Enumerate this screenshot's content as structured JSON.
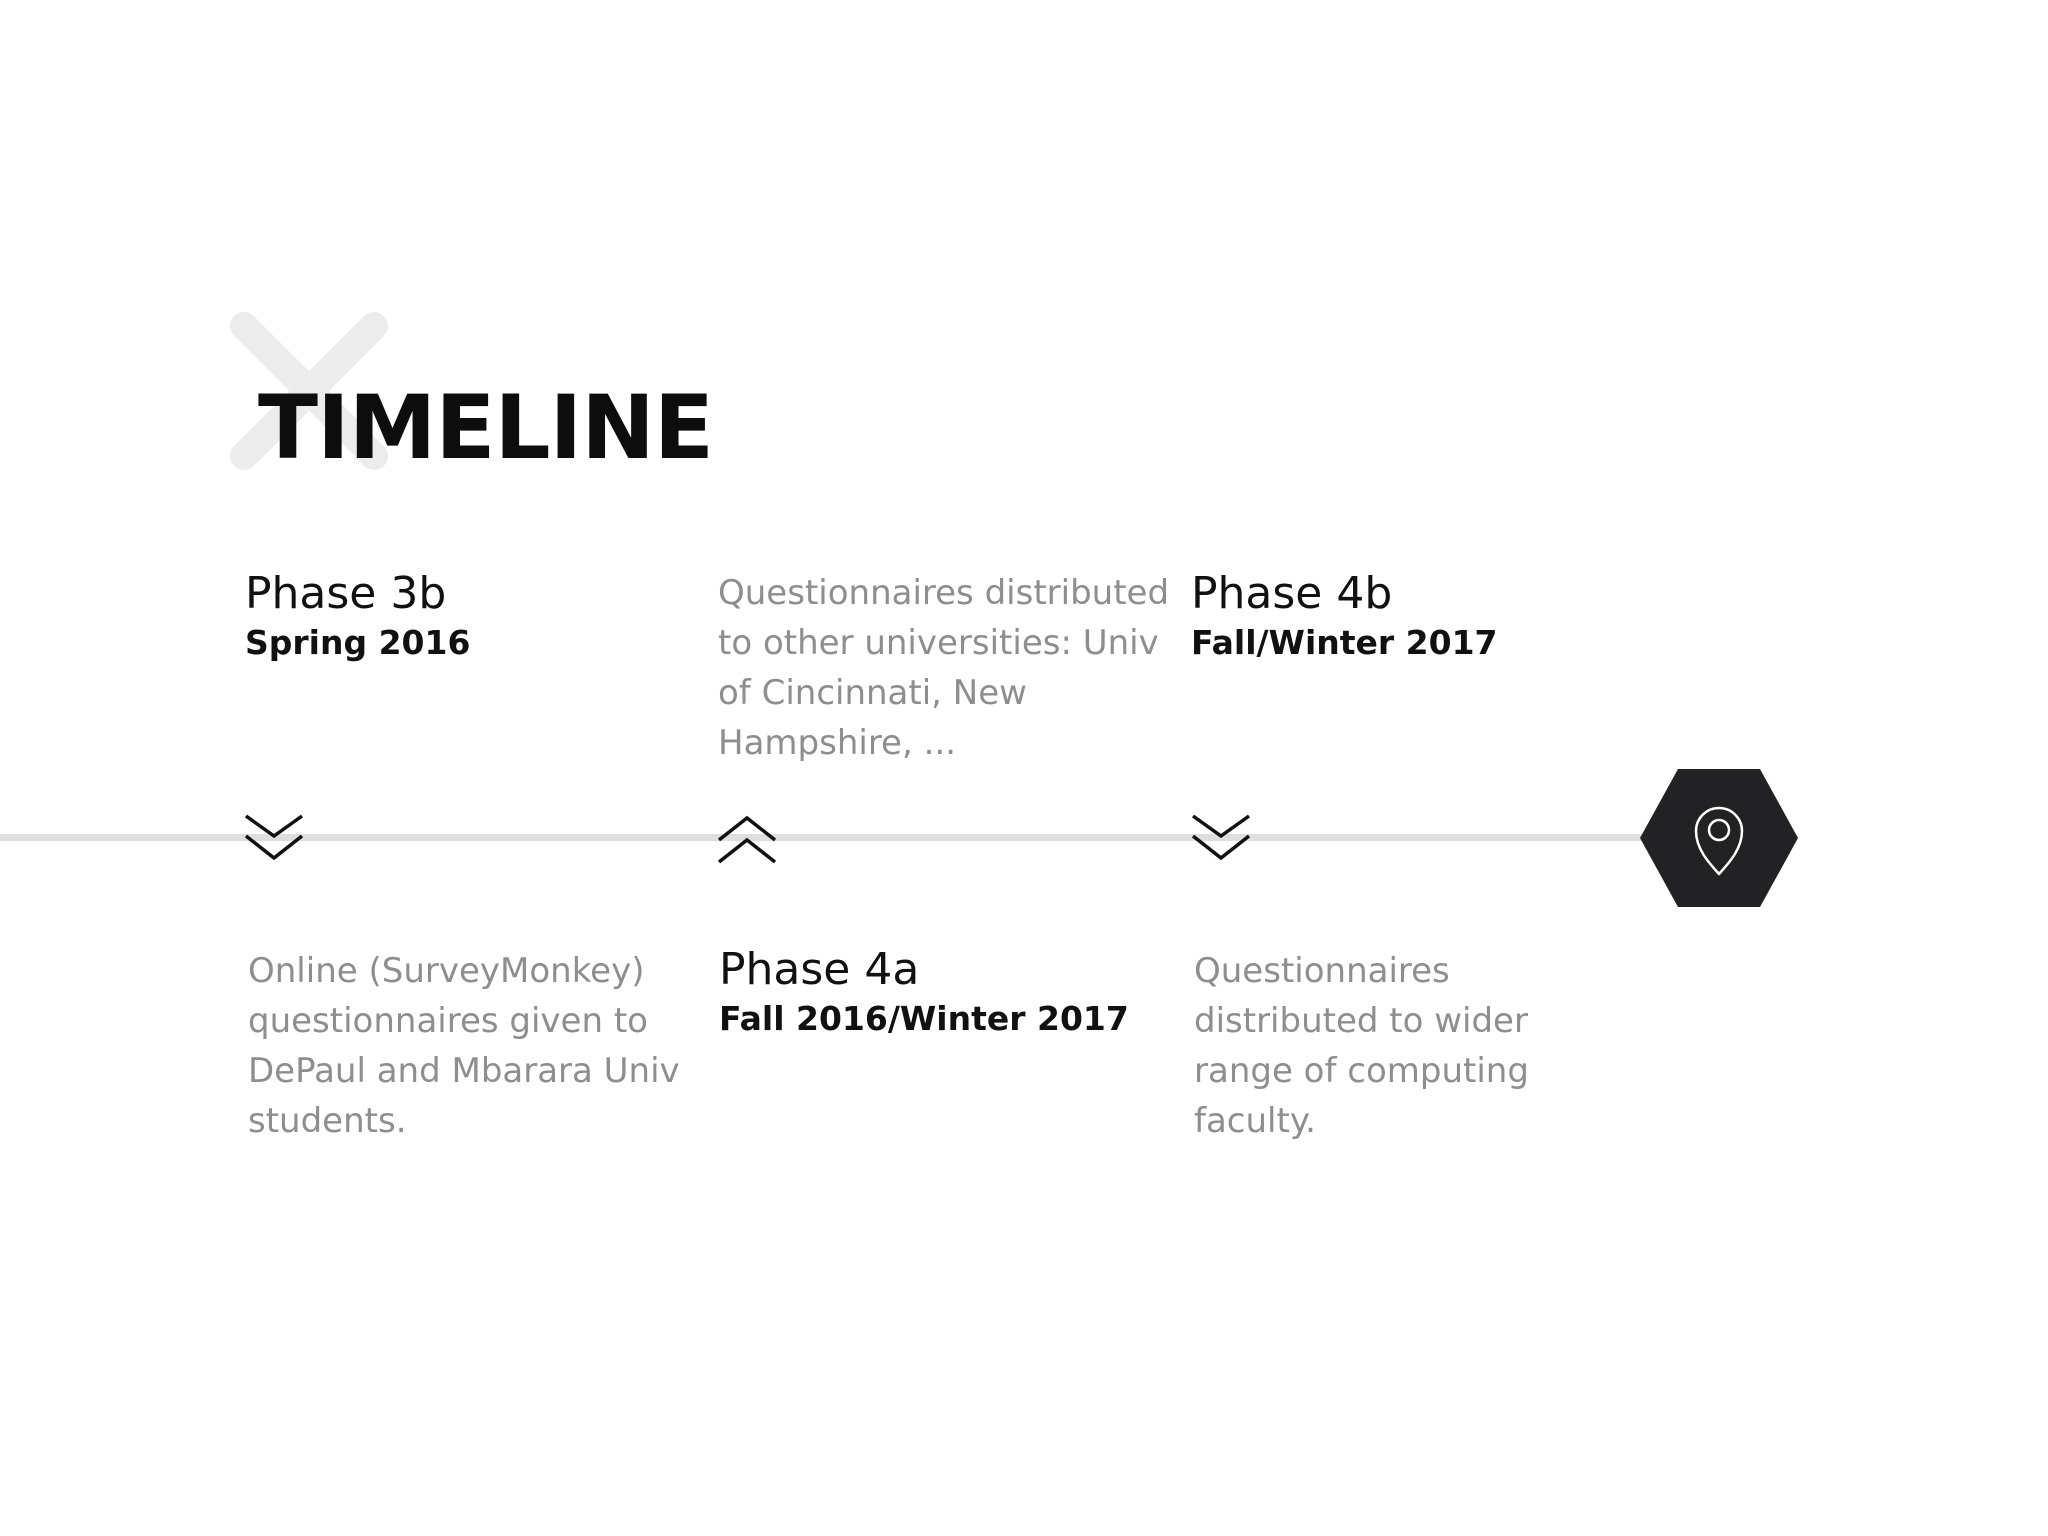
{
  "title": "TIMELINE",
  "colors": {
    "accent": "#222225",
    "line": "#dedede",
    "description_text": "#8e8e8e",
    "heading_text": "#111111",
    "decoration": "#ececec"
  },
  "marker_icon": "map-pin-icon",
  "milestones": [
    {
      "phase": "Phase 3b",
      "date": "Spring 2016",
      "description": "Online (SurveyMonkey) questionnaires given to DePaul and Mbarara Univ students.",
      "arrow": "chevron-down-icon"
    },
    {
      "phase": "Phase 4a",
      "date": "Fall 2016/Winter 2017",
      "description": "Questionnaires distributed to other universities: Univ of Cincinnati, New Hampshire, ...",
      "arrow": "chevron-up-icon"
    },
    {
      "phase": "Phase 4b",
      "date": "Fall/Winter 2017",
      "description": "Questionnaires distributed to wider range of computing faculty.",
      "arrow": "chevron-down-icon"
    }
  ]
}
